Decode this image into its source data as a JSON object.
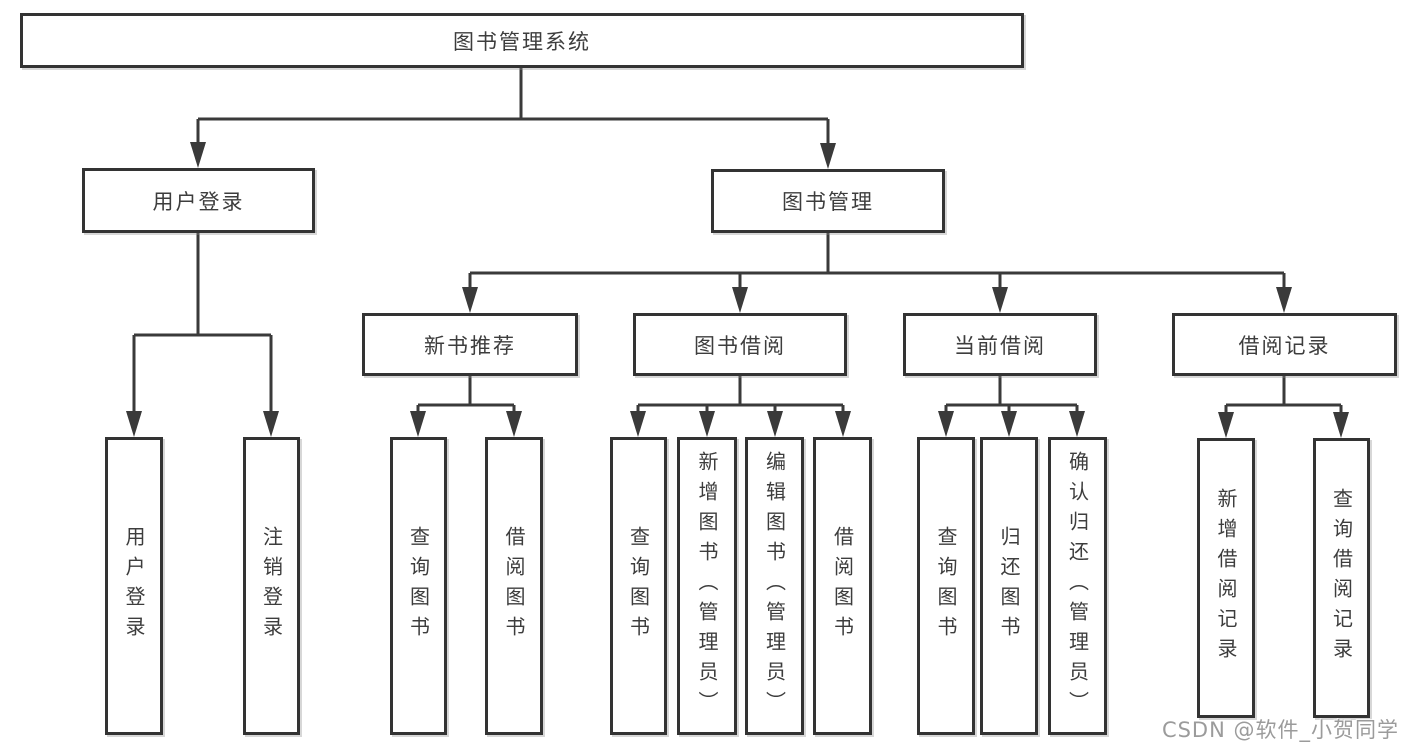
{
  "watermark": "CSDN @软件_小贺同学",
  "colors": {
    "line": "#3a3a3a",
    "border": "#333333",
    "text": "#3d3d3d",
    "watermark": "#9b9b9b"
  },
  "tree": {
    "label": "图书管理系统",
    "children": [
      {
        "label": "用户登录",
        "children": [
          {
            "label": "用户登录"
          },
          {
            "label": "注销登录"
          }
        ]
      },
      {
        "label": "图书管理",
        "children": [
          {
            "label": "新书推荐",
            "children": [
              {
                "label": "查询图书"
              },
              {
                "label": "借阅图书"
              }
            ]
          },
          {
            "label": "图书借阅",
            "children": [
              {
                "label": "查询图书"
              },
              {
                "label": "新增图书（管理员）"
              },
              {
                "label": "编辑图书（管理员）"
              },
              {
                "label": "借阅图书"
              }
            ]
          },
          {
            "label": "当前借阅",
            "children": [
              {
                "label": "查询图书"
              },
              {
                "label": "归还图书"
              },
              {
                "label": "确认归还（管理员）"
              }
            ]
          },
          {
            "label": "借阅记录",
            "children": [
              {
                "label": "新增借阅记录"
              },
              {
                "label": "查询借阅记录"
              }
            ]
          }
        ]
      }
    ]
  }
}
